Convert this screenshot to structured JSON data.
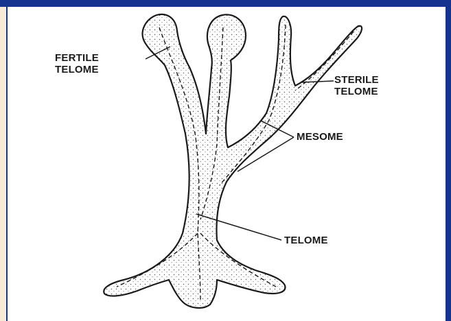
{
  "diagram": {
    "labels": {
      "fertile_line1": "FERTILE",
      "fertile_line2": "TELOME",
      "sterile_line1": "STERILE",
      "sterile_line2": "TELOME",
      "mesome": "MESOME",
      "telome": "TELOME"
    },
    "colors": {
      "ink": "#1a1a1a",
      "frame": "#16338f",
      "margin": "#f6ead6",
      "background": "#ffffff"
    }
  }
}
